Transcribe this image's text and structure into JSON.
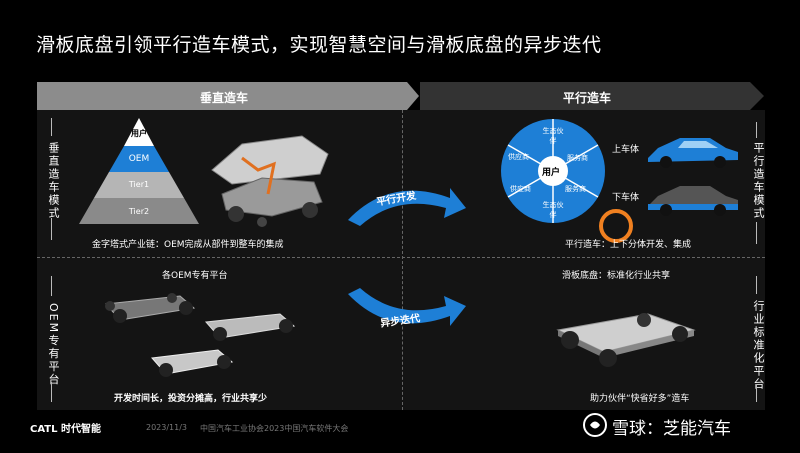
{
  "title": "滑板底盘引领平行造车模式，实现智慧空间与滑板底盘的异步迭代",
  "header": {
    "left": "垂直造车",
    "right": "平行造车"
  },
  "side_labels": {
    "left_top": "垂直造车模式",
    "left_bottom": "OEM专有平台",
    "right_top": "平行造车模式",
    "right_bottom": "行业标准化平台"
  },
  "pyramid": {
    "top": "用户",
    "oem": "OEM",
    "tier1": "Tier1",
    "tier2": "Tier2"
  },
  "captions": {
    "pyramid": "金字塔式产业链：OEM完成从部件到整车的集成",
    "oem_platforms": "各OEM专有平台",
    "oem_downside": "开发时间长，投资分摊高，行业共享少",
    "parallel": "平行造车：上下分体开发、集成",
    "skateboard": "滑板底盘：标准化行业共享",
    "partners": "助力伙伴“快省好多”造车"
  },
  "arrows": {
    "parallel_dev": "平行开发",
    "async_iter": "异步迭代"
  },
  "ecosystem": {
    "center": "用户",
    "segments": [
      "生态伙伴",
      "服务商",
      "服务商",
      "生态伙伴",
      "供应商",
      "供应商"
    ]
  },
  "car_labels": {
    "upper": "上车体",
    "lower": "下车体"
  },
  "footer": {
    "brand": "CATL 时代智能",
    "date": "2023/11/3",
    "event": "中国汽车工业协会2023中国汽车软件大会",
    "watermark": "雪球：芝能汽车"
  },
  "colors": {
    "accent_blue": "#1e7fd6",
    "header_grey": "#8c8c8c",
    "orange": "#f08020"
  }
}
